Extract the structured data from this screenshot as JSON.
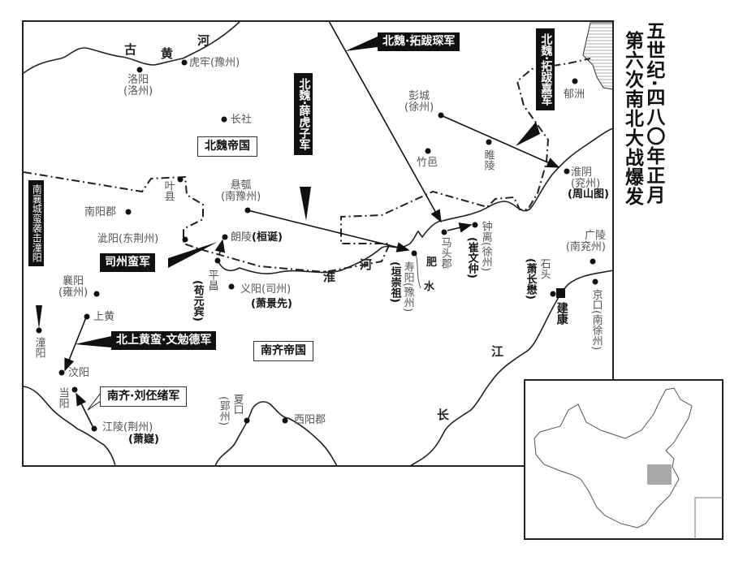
{
  "title": {
    "line1": "五世纪·四八〇年正月",
    "line2": "第六次南北大战爆发"
  },
  "regions": {
    "north": "北魏帝国",
    "south": "南齐帝国"
  },
  "rivers": {
    "yellow": [
      "古",
      "黄",
      "河"
    ],
    "huai": [
      "淮",
      "河"
    ],
    "fei": [
      "肥",
      "水"
    ],
    "yangtze": [
      "长",
      "江"
    ]
  },
  "armies": {
    "xue_huzi": "北魏·薛虎子军",
    "tuoba_chen": "北魏·拓跋琛军",
    "tuoba_jia": "北魏·拓跋嘉军",
    "sizhou_man": "司州蛮军",
    "nanxiang_man": "南襄城蛮袭击潼阳",
    "beishanghuang": "北上黄蛮·文勉德军",
    "liu_pixu": "南齐·刘伾绪军"
  },
  "places": {
    "luoyang": {
      "name": "洛阳",
      "sub": "(洛州)"
    },
    "hulao": {
      "name": "虎牢(豫州)"
    },
    "changshe": {
      "name": "长社"
    },
    "xuanhu": {
      "name": "悬瓠",
      "sub": "(南豫州)"
    },
    "yexian": {
      "name": "叶县"
    },
    "nanyang": {
      "name": "南阳郡"
    },
    "ciyang": {
      "name": "泚阳(东荆州)"
    },
    "langling": {
      "name": "朗陵",
      "commander": "(桓诞)"
    },
    "pingchang": {
      "name": "平昌",
      "commander": "(苟元宾)"
    },
    "yiyang": {
      "name": "义阳(司州)",
      "commander": "(萧景先)"
    },
    "xiangyang": {
      "name": "襄阳",
      "sub": "(雍州)"
    },
    "shanghuang": {
      "name": "上黄"
    },
    "tongyang": {
      "name": "潼阳"
    },
    "wenyang": {
      "name": "汶阳"
    },
    "dangyang": {
      "name": "当阳"
    },
    "jiangling": {
      "name": "江陵(荆州)",
      "commander": "(萧嶷)"
    },
    "xiakou": {
      "name": "夏口",
      "sub": "(郢州)"
    },
    "xiyang": {
      "name": "西阳郡"
    },
    "pengcheng": {
      "name": "彭城",
      "sub": "(徐州)"
    },
    "zhuyi": {
      "name": "竹邑"
    },
    "suiling": {
      "name": "睢陵"
    },
    "yuzhou": {
      "name": "郁洲"
    },
    "huaiyin": {
      "name": "淮阴",
      "sub": "(兖州)",
      "commander": "(周山图)"
    },
    "shouyang": {
      "name": "寿阳(豫州)",
      "commander": "(垣崇祖)"
    },
    "matou": {
      "name": "马头郡"
    },
    "zhongli": {
      "name": "钟离(徐州)",
      "commander": "(崔文仲)"
    },
    "shitou": {
      "name": "石头",
      "commander": "(萧长懋)"
    },
    "jiankang": {
      "name": "建康"
    },
    "guangling": {
      "name": "广陵",
      "sub": "(南兖州)"
    },
    "jingkou": {
      "name": "京口(南徐州)"
    }
  },
  "colors": {
    "ink": "#111111",
    "label": "#555555",
    "inset_highlight": "#9a9a9a"
  }
}
